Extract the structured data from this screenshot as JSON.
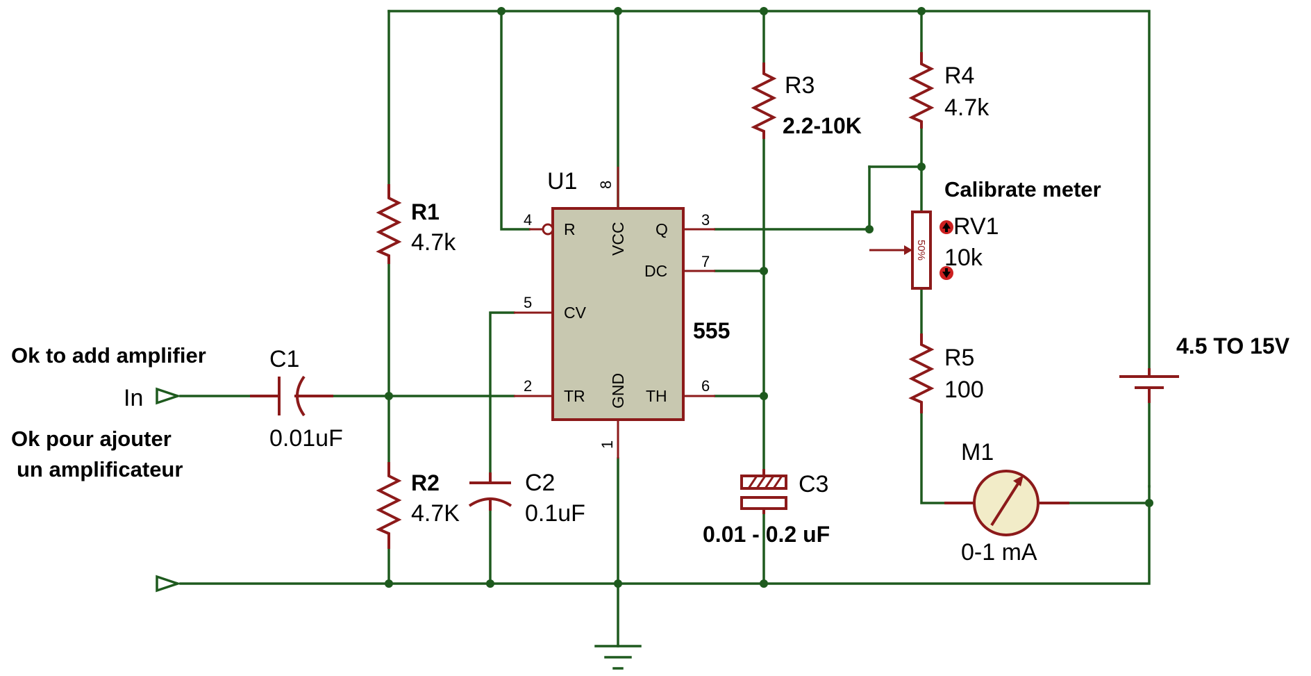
{
  "ic": {
    "ref": "U1",
    "value": "555",
    "pins": {
      "reset": "4",
      "vcc": "8",
      "output": "3",
      "discharge": "7",
      "control": "5",
      "trigger": "2",
      "threshold": "6",
      "ground": "1"
    },
    "pin_names": {
      "reset": "R",
      "vcc": "VCC",
      "output": "Q",
      "discharge": "DC",
      "control": "CV",
      "trigger": "TR",
      "threshold": "TH",
      "ground": "GND"
    }
  },
  "components": {
    "r1": {
      "ref": "R1",
      "value": "4.7k"
    },
    "r2": {
      "ref": "R2",
      "value": "4.7K"
    },
    "r3": {
      "ref": "R3",
      "value": "2.2-10K"
    },
    "r4": {
      "ref": "R4",
      "value": "4.7k"
    },
    "r5": {
      "ref": "R5",
      "value": "100"
    },
    "rv1": {
      "ref": "RV1",
      "value": "10k",
      "setting": "50%"
    },
    "c1": {
      "ref": "C1",
      "value": "0.01uF"
    },
    "c2": {
      "ref": "C2",
      "value": "0.1uF"
    },
    "c3": {
      "ref": "C3",
      "value": "0.01 - 0.2 uF"
    },
    "m1": {
      "ref": "M1",
      "value": "0-1 mA"
    },
    "battery": {
      "value": "4.5 TO 15V"
    }
  },
  "terminals": {
    "input": "In"
  },
  "notes": {
    "calibrate": "Calibrate meter",
    "amp_en": "Ok to add amplifier",
    "amp_fr_line1": "Ok pour ajouter",
    "amp_fr_line2": "un amplificateur"
  },
  "colors": {
    "wire": "#1e5a1e",
    "component": "#8c1a1a",
    "ic_fill": "#c8c8b0"
  }
}
